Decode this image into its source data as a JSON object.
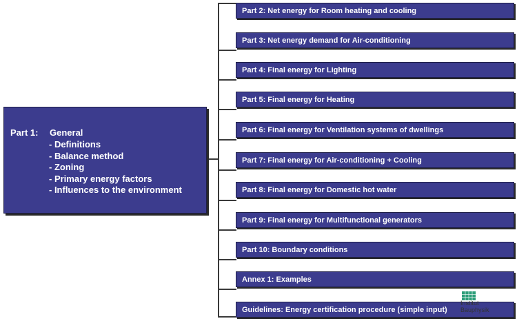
{
  "main": {
    "part_label": "Part 1:",
    "title": "General",
    "items": [
      "- Definitions",
      "- Balance method",
      "- Zoning",
      "- Primary energy factors",
      "- Influences to the environment"
    ]
  },
  "parts": [
    "Part 2: Net energy for Room heating and cooling",
    "Part 3: Net energy demand for Air-conditioning",
    "Part 4: Final energy for Lighting",
    "Part 5: Final energy for Heating",
    "Part 6: Final energy for Ventilation systems of dwellings",
    "Part 7: Final energy for Air-conditioning + Cooling",
    "Part 8: Final energy for Domestic hot water",
    "Part 9: Final energy for Multifunctional generators",
    "Part 10: Boundary conditions",
    "Annex 1: Examples",
    "Guidelines: Energy certification procedure (simple input)"
  ],
  "logo": {
    "line1": "Institut",
    "line2": "Bauphysik"
  },
  "colors": {
    "box_fill": "#3c3c8e",
    "box_text": "#ffffff",
    "connector": "#3a3a3a",
    "logo_green": "#2e9e7a"
  }
}
